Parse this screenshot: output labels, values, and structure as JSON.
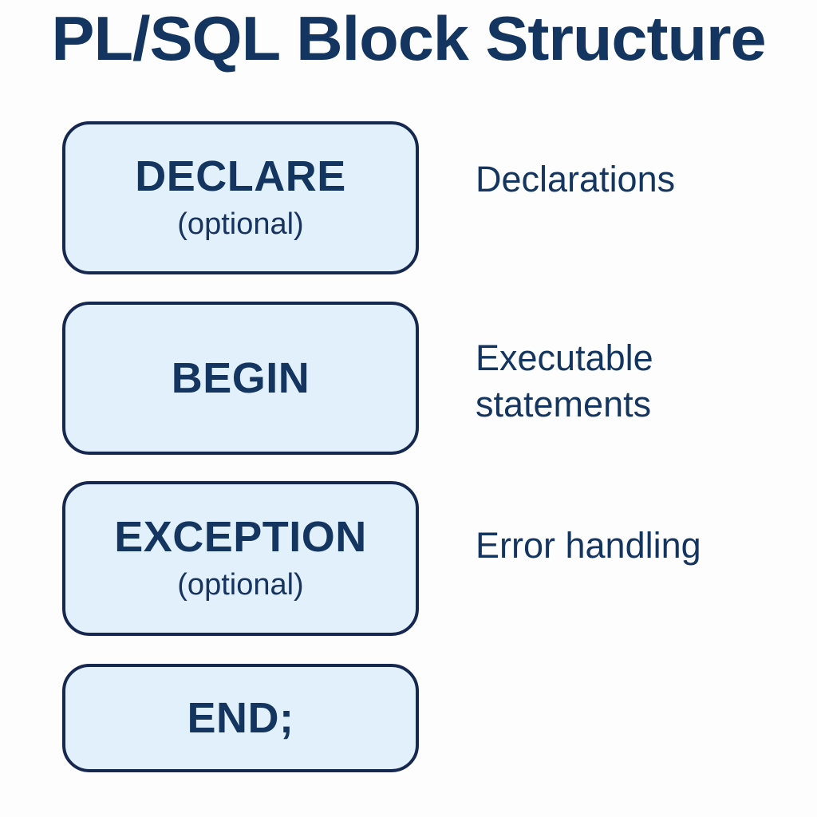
{
  "page": {
    "title": "PL/SQL Block Structure",
    "background_color": "#fdfdfd",
    "accent_color": "#14355f",
    "block_fill_color": "#e2f0fb",
    "block_border_color": "#16284f"
  },
  "blocks": [
    {
      "keyword": "DECLARE",
      "sub": "(optional)",
      "description": "Declarations"
    },
    {
      "keyword": "BEGIN",
      "sub": "",
      "description": "Executable\nstatements"
    },
    {
      "keyword": "EXCEPTION",
      "sub": "(optional)",
      "description": "Error handling"
    },
    {
      "keyword": "END;",
      "sub": "",
      "description": ""
    }
  ]
}
